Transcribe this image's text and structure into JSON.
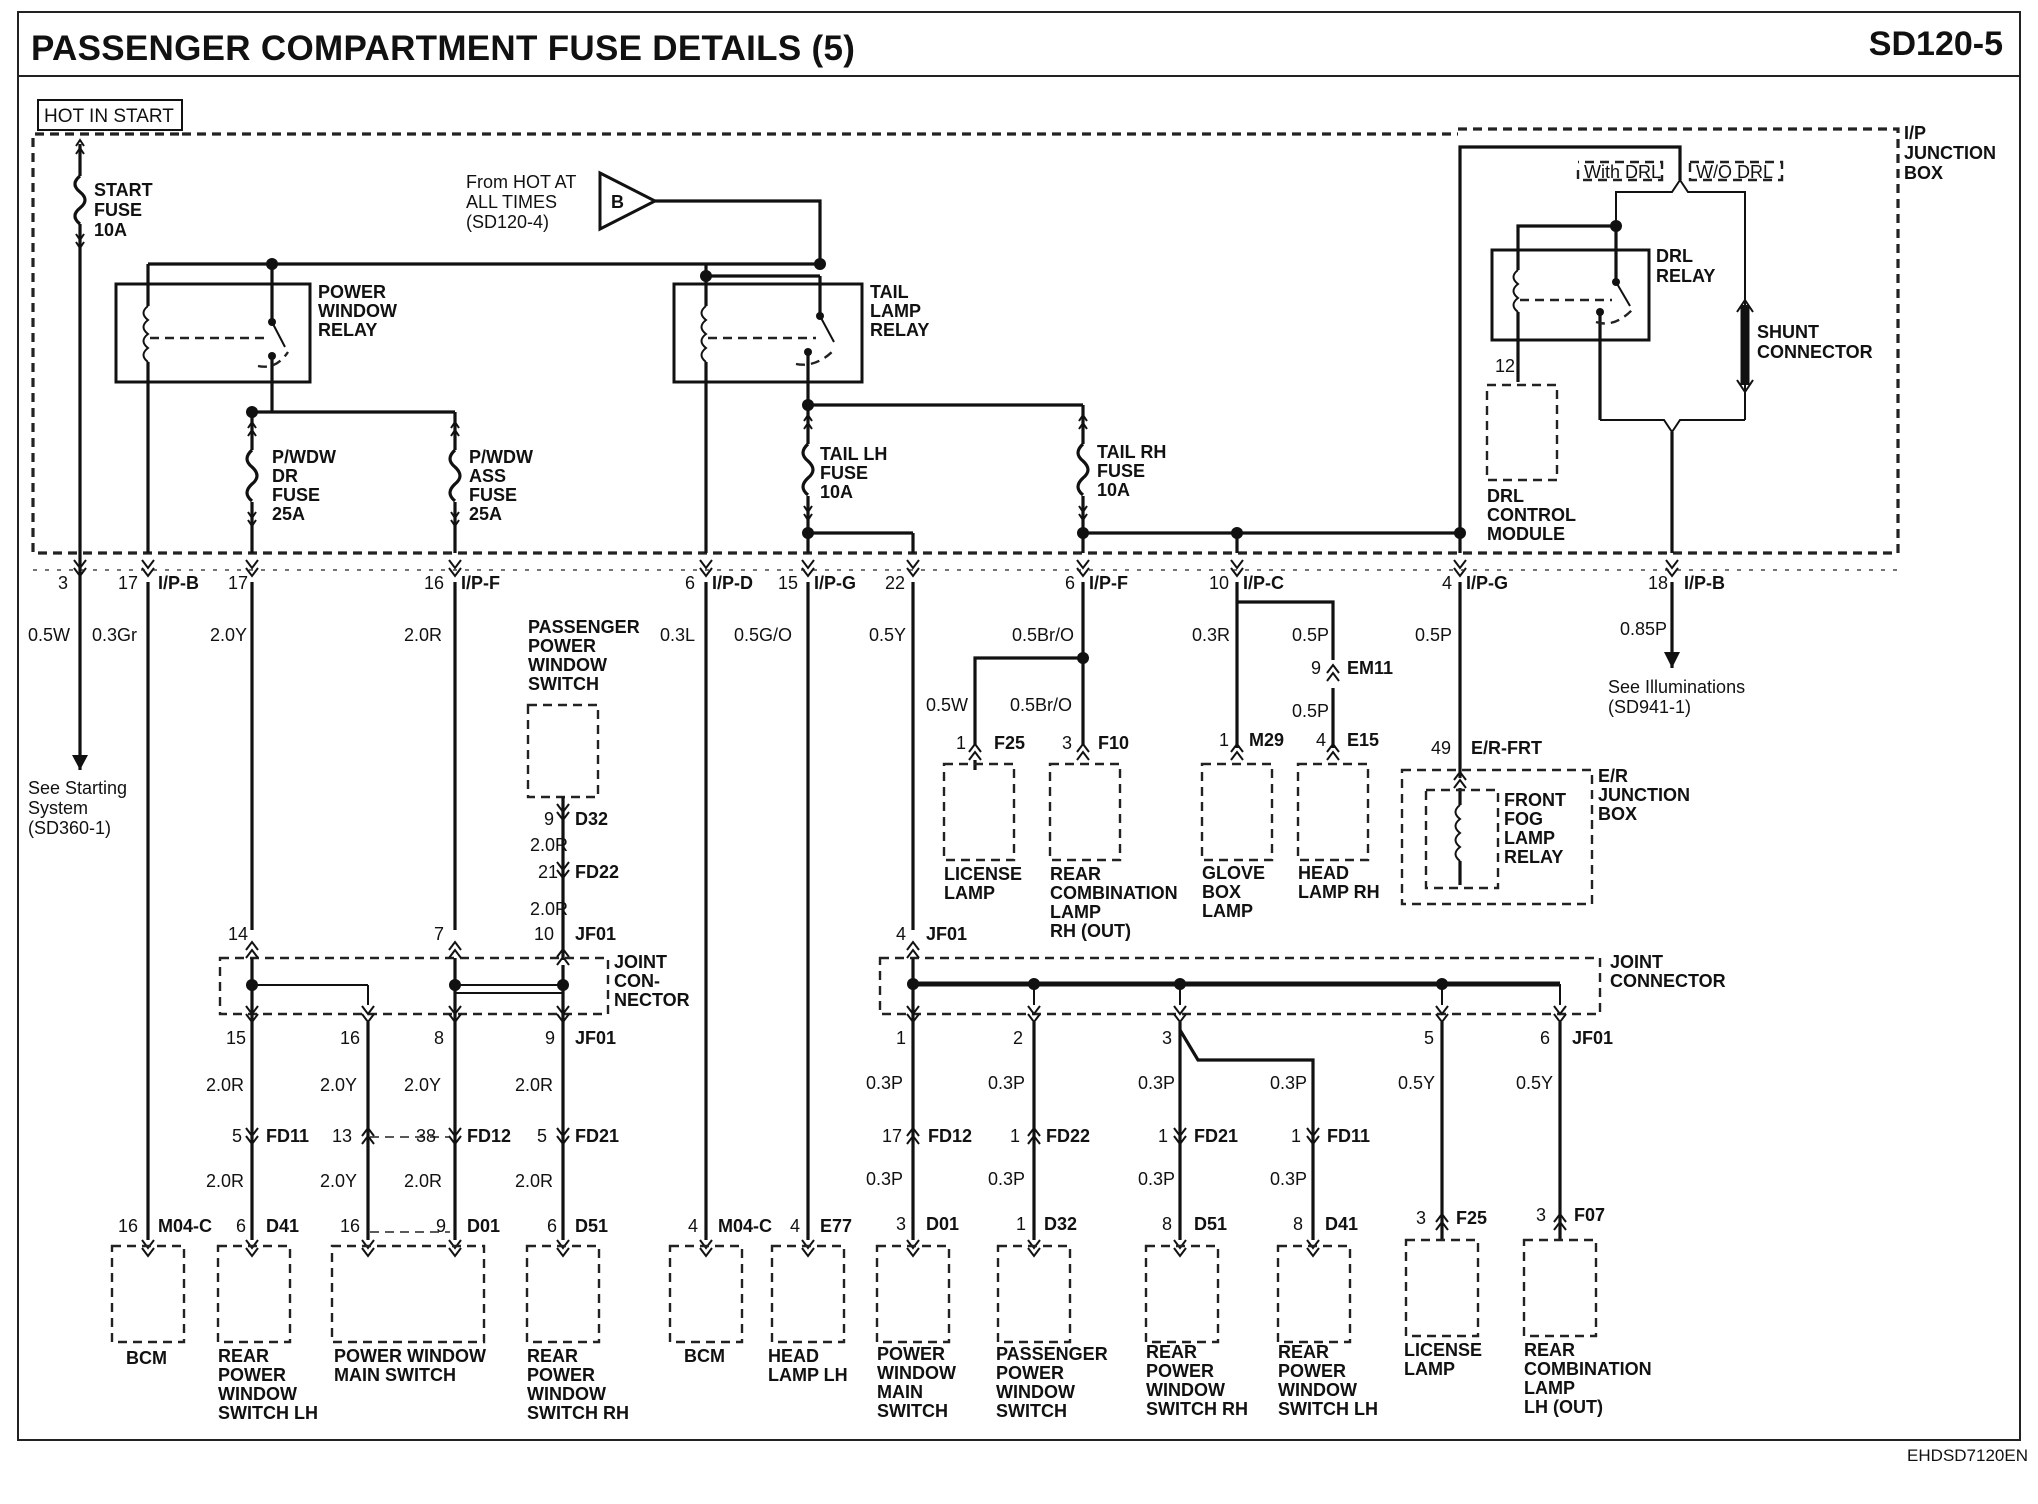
{
  "header": {
    "title": "PASSENGER COMPARTMENT FUSE DETAILS (5)",
    "code": "SD120-5"
  },
  "footer": {
    "code": "EHDSD7120EN"
  },
  "power": {
    "hot_in_start": "HOT IN START",
    "from_hot": [
      "From HOT AT",
      "ALL TIMES",
      "(SD120-4)"
    ],
    "from_hot_connector": "B"
  },
  "junction_box": [
    "I/P",
    "JUNCTION",
    "BOX"
  ],
  "fuses": {
    "start": [
      "START",
      "FUSE",
      "10A"
    ],
    "pwdw_dr": [
      "P/WDW",
      "DR",
      "FUSE",
      "25A"
    ],
    "pwdw_ass": [
      "P/WDW",
      "ASS",
      "FUSE",
      "25A"
    ],
    "tail_lh": [
      "TAIL LH",
      "FUSE",
      "10A"
    ],
    "tail_rh": [
      "TAIL RH",
      "FUSE",
      "10A"
    ]
  },
  "relays": {
    "power_window": [
      "POWER",
      "WINDOW",
      "RELAY"
    ],
    "tail_lamp": [
      "TAIL",
      "LAMP",
      "RELAY"
    ],
    "drl": [
      "DRL",
      "RELAY"
    ],
    "shunt": [
      "SHUNT",
      "CONNECTOR"
    ],
    "with_drl": "With DRL",
    "wo_drl": "W/O DRL",
    "drl_pin": "12",
    "drl_module": [
      "DRL",
      "CONTROL",
      "MODULE"
    ]
  },
  "ip_pins": [
    {
      "pin": "3",
      "conn": ""
    },
    {
      "pin": "17",
      "conn": "I/P-B"
    },
    {
      "pin": "17",
      "conn": ""
    },
    {
      "pin": "16",
      "conn": "I/P-F"
    },
    {
      "pin": "6",
      "conn": "I/P-D"
    },
    {
      "pin": "15",
      "conn": "I/P-G"
    },
    {
      "pin": "22",
      "conn": ""
    },
    {
      "pin": "6",
      "conn": "I/P-F"
    },
    {
      "pin": "10",
      "conn": "I/P-C"
    },
    {
      "pin": "4",
      "conn": "I/P-G"
    },
    {
      "pin": "18",
      "conn": "I/P-B"
    }
  ],
  "wire_colors": {
    "w1": "0.5W",
    "w2": "0.3Gr",
    "w3": "2.0Y",
    "w4": "2.0R",
    "w5": "0.3L",
    "w6": "0.5G/O",
    "w7": "0.5Y",
    "w8": "0.5Br/O",
    "w9": "0.3R",
    "w10": "0.5P",
    "w11": "0.5P",
    "w12": "0.85P",
    "w13": "0.5W",
    "w14": "0.5Br/O",
    "w15": "0.5P",
    "w16": "2.0R",
    "w17": "2.0R"
  },
  "refs": {
    "starting": [
      "See Starting",
      "System",
      "(SD360-1)"
    ],
    "illum": [
      "See Illuminations",
      "(SD941-1)"
    ]
  },
  "passenger_switch": {
    "label": [
      "PASSENGER",
      "POWER",
      "WINDOW",
      "SWITCH"
    ],
    "pin1": "9",
    "conn1": "D32",
    "pin2": "21",
    "conn2": "FD22",
    "pin3": "10",
    "conn3": "JF01"
  },
  "mid_connectors": [
    {
      "pin": "1",
      "conn": "F25"
    },
    {
      "pin": "3",
      "conn": "F10"
    },
    {
      "pin": "1",
      "conn": "M29"
    },
    {
      "pin": "9",
      "conn": "EM11"
    },
    {
      "pin": "4",
      "conn": "E15"
    },
    {
      "pin": "49",
      "conn": "E/R-FRT"
    }
  ],
  "mid_components": {
    "license": [
      "LICENSE",
      "LAMP"
    ],
    "rear_comb_rh": [
      "REAR",
      "COMBINATION",
      "LAMP",
      "RH (OUT)"
    ],
    "glove": [
      "GLOVE",
      "BOX",
      "LAMP"
    ],
    "head_rh": [
      "HEAD",
      "LAMP RH"
    ],
    "fog_relay": [
      "FRONT",
      "FOG",
      "LAMP",
      "RELAY"
    ],
    "er_box": [
      "E/R",
      "JUNCTION",
      "BOX"
    ]
  },
  "joint_left": {
    "label": [
      "JOINT",
      "CON-",
      "NECTOR"
    ],
    "top_pins": [
      "14",
      "7",
      "10"
    ],
    "top_conn": "JF01",
    "bottom_pins": [
      "15",
      "16",
      "8",
      "9"
    ],
    "bottom_conn": "JF01"
  },
  "joint_right": {
    "label": [
      "JOINT",
      "CONNECTOR"
    ],
    "top_pin": "4",
    "top_conn": "JF01",
    "bottom_pins": [
      "1",
      "2",
      "3",
      "5",
      "6"
    ],
    "bottom_conn": "JF01"
  },
  "left_lower": {
    "wires": [
      "2.0R",
      "2.0Y",
      "2.0Y",
      "2.0R",
      "2.0R",
      "2.0Y",
      "2.0R",
      "2.0R"
    ],
    "connectors": [
      {
        "pin": "5",
        "conn": "FD11"
      },
      {
        "pin": "13",
        "conn": ""
      },
      {
        "pin": "38",
        "conn": "FD12"
      },
      {
        "pin": "5",
        "conn": "FD21"
      }
    ],
    "end_pins": [
      {
        "pin": "16",
        "conn": "M04-C"
      },
      {
        "pin": "6",
        "conn": "D41"
      },
      {
        "pin": "16",
        "conn": ""
      },
      {
        "pin": "9",
        "conn": "D01"
      },
      {
        "pin": "6",
        "conn": "D51"
      },
      {
        "pin": "4",
        "conn": "M04-C"
      },
      {
        "pin": "4",
        "conn": "E77"
      }
    ]
  },
  "right_lower": {
    "wires": [
      "0.3P",
      "0.3P",
      "0.3P",
      "0.3P",
      "0.5Y",
      "0.5Y",
      "0.3P",
      "0.3P",
      "0.3P",
      "0.3P"
    ],
    "connectors": [
      {
        "pin": "17",
        "conn": "FD12"
      },
      {
        "pin": "1",
        "conn": "FD22"
      },
      {
        "pin": "1",
        "conn": "FD21"
      },
      {
        "pin": "1",
        "conn": "FD11"
      }
    ],
    "end_pins": [
      {
        "pin": "3",
        "conn": "D01"
      },
      {
        "pin": "1",
        "conn": "D32"
      },
      {
        "pin": "8",
        "conn": "D51"
      },
      {
        "pin": "8",
        "conn": "D41"
      },
      {
        "pin": "3",
        "conn": "F25"
      },
      {
        "pin": "3",
        "conn": "F07"
      }
    ]
  },
  "bottom_components": {
    "bcm1": [
      "BCM"
    ],
    "rear_pw_lh": [
      "REAR",
      "POWER",
      "WINDOW",
      "SWITCH LH"
    ],
    "pw_main": [
      "POWER WINDOW",
      "MAIN SWITCH"
    ],
    "rear_pw_rh": [
      "REAR",
      "POWER",
      "WINDOW",
      "SWITCH RH"
    ],
    "bcm2": [
      "BCM"
    ],
    "head_lh": [
      "HEAD",
      "LAMP LH"
    ],
    "pw_main2": [
      "POWER",
      "WINDOW",
      "MAIN",
      "SWITCH"
    ],
    "pass_pw": [
      "PASSENGER",
      "POWER",
      "WINDOW",
      "SWITCH"
    ],
    "rear_pw_rh2": [
      "REAR",
      "POWER",
      "WINDOW",
      "SWITCH RH"
    ],
    "rear_pw_lh2": [
      "REAR",
      "POWER",
      "WINDOW",
      "SWITCH LH"
    ],
    "license2": [
      "LICENSE",
      "LAMP"
    ],
    "rear_comb_lh": [
      "REAR",
      "COMBINATION",
      "LAMP",
      "LH (OUT)"
    ]
  }
}
